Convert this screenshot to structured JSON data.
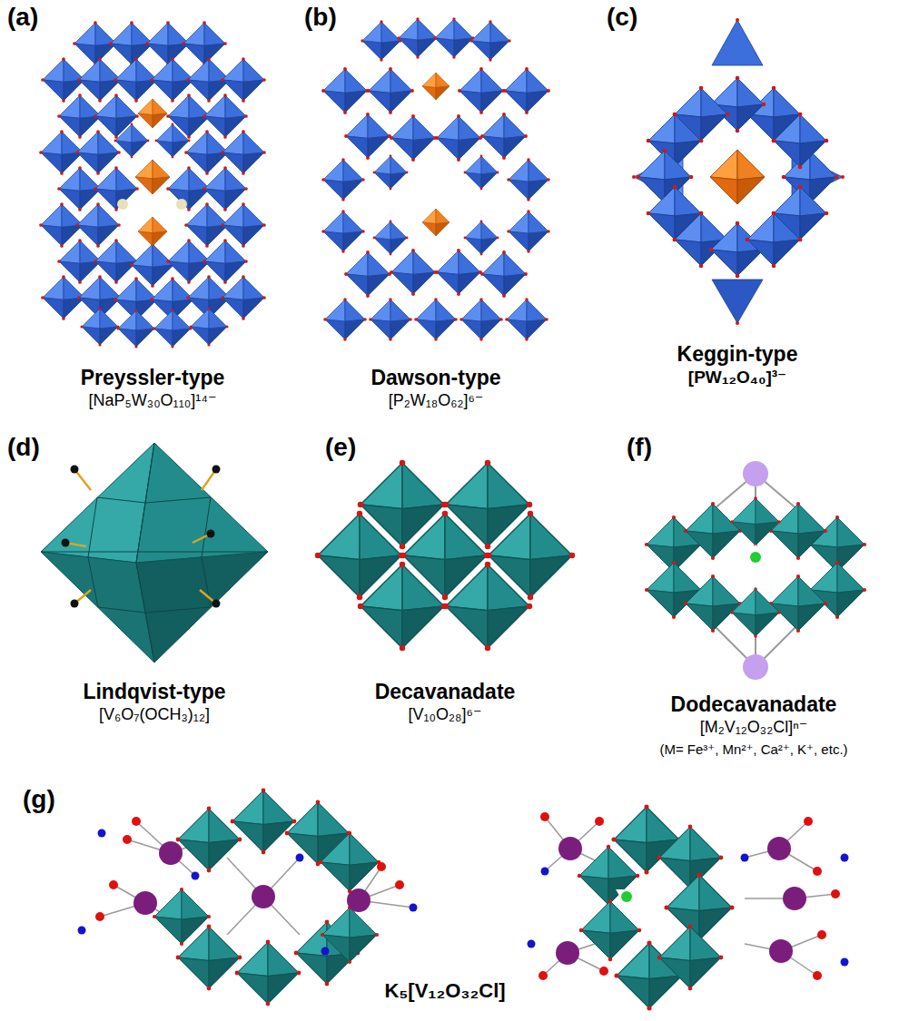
{
  "diagram": {
    "labels": [
      "(a)",
      "(b)",
      "(c)",
      "(d)",
      "(e)",
      "(f)",
      "(g)",
      "Preyssler-type",
      "[NaP₅W₃₀O₁₁₀]¹⁴⁻",
      "Dawson-type",
      "[P₂W₁₈O₆₂]⁶⁻",
      "Keggin-type",
      "[PW₁₂O₄₀]³⁻",
      "Lindqvist-type",
      "[V₆O₇(OCH₃)₁₂]",
      "Decavanadate",
      "[V₁₀O₂₈]⁶⁻",
      "Dodecavanadate",
      "[M₂V₁₂O₃₂Cl]ⁿ⁻",
      "(M= Fe³⁺, Mn²⁺, Ca²⁺, K⁺, etc.)",
      "K₅[V₁₂O₃₂Cl]"
    ]
  }
}
